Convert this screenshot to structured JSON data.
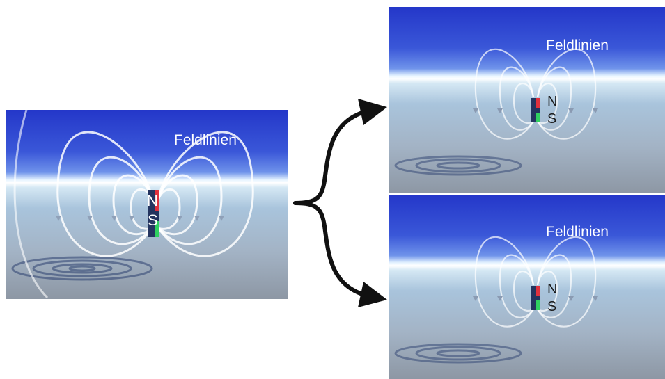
{
  "panels": {
    "main": {
      "title": "Feldlinien",
      "north": "N",
      "south": "S"
    },
    "top": {
      "title": "Feldlinien",
      "north": "N",
      "south": "S"
    },
    "bottom": {
      "title": "Feldlinien",
      "north": "N",
      "south": "S"
    }
  },
  "colors": {
    "sky_top": "#2437c9",
    "horizon": "#ffffff",
    "ground": "#a3b3c5",
    "field_line": "#ffffff",
    "north_pole": "#e0303d",
    "south_pole": "#2fd060",
    "magnet_body": "#24345f",
    "arrow": "#111111"
  },
  "icons": {
    "connector": "curly-brace-split-arrows"
  }
}
